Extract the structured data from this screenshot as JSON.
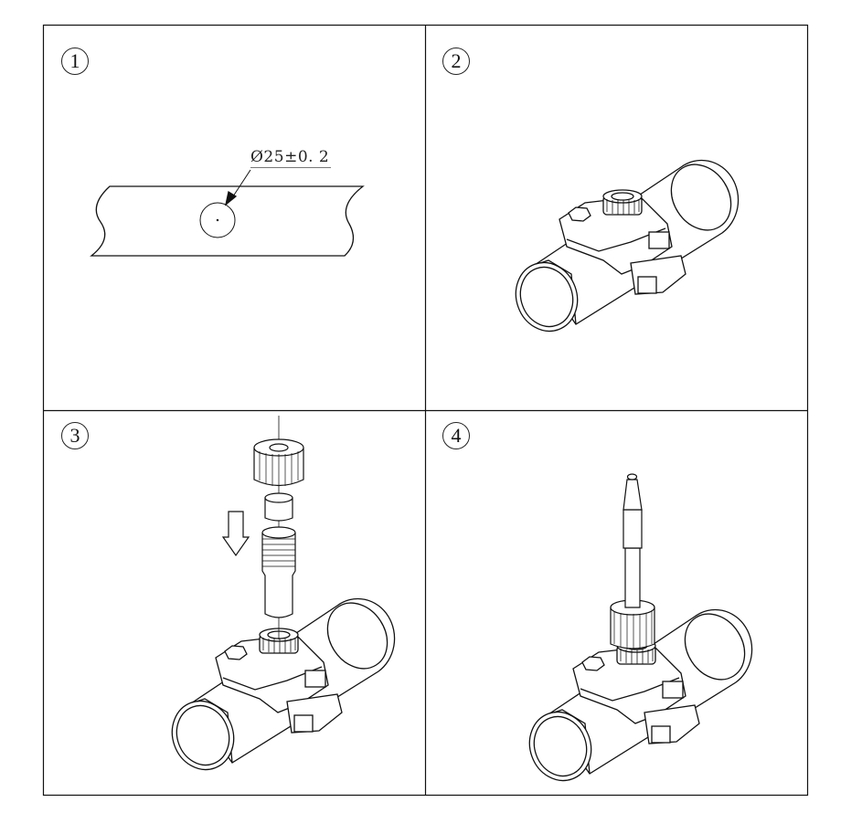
{
  "steps": [
    {
      "number": "1"
    },
    {
      "number": "2"
    },
    {
      "number": "3"
    },
    {
      "number": "4"
    }
  ],
  "step1": {
    "dimension_label": "Ø25±0. 2"
  }
}
